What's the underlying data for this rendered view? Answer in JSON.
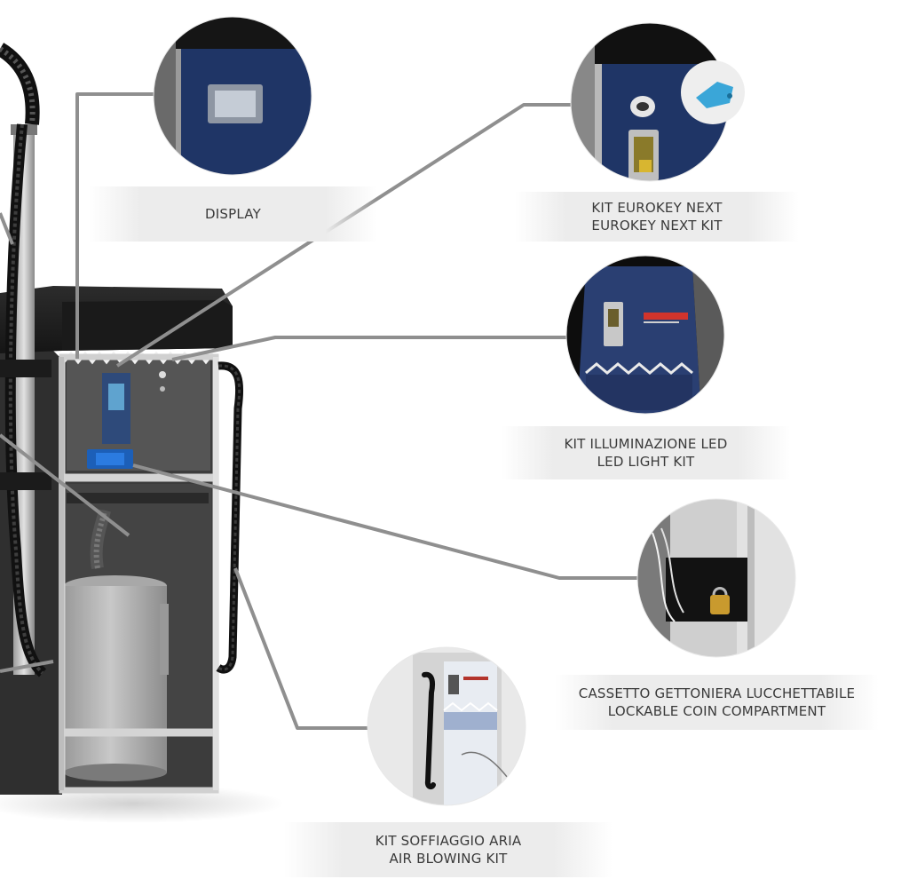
{
  "callouts": [
    {
      "id": "display",
      "lines": [
        "DISPLAY"
      ]
    },
    {
      "id": "eurokey",
      "lines": [
        "KIT EUROKEY NEXT",
        "EUROKEY NEXT KIT"
      ]
    },
    {
      "id": "led",
      "lines": [
        "KIT ILLUMINAZIONE LED",
        "LED LIGHT KIT"
      ]
    },
    {
      "id": "coin",
      "lines": [
        "CASSETTO GETTONIERA LUCCHETTABILE",
        "LOCKABLE COIN COMPARTMENT"
      ]
    },
    {
      "id": "air",
      "lines": [
        "KIT SOFFIAGGIO ARIA",
        "AIR BLOWING KIT"
      ]
    }
  ],
  "colors": {
    "leader_line": "#8f8f8f",
    "panel_blue": "#1f3566",
    "cabinet_dark": "#2b2b2b",
    "frame_silver": "#cfcfcf",
    "label_band": "#ececec",
    "label_text": "#3a3a3a",
    "key_blue": "#3aa6d8",
    "padlock_gold": "#c99a2e"
  }
}
